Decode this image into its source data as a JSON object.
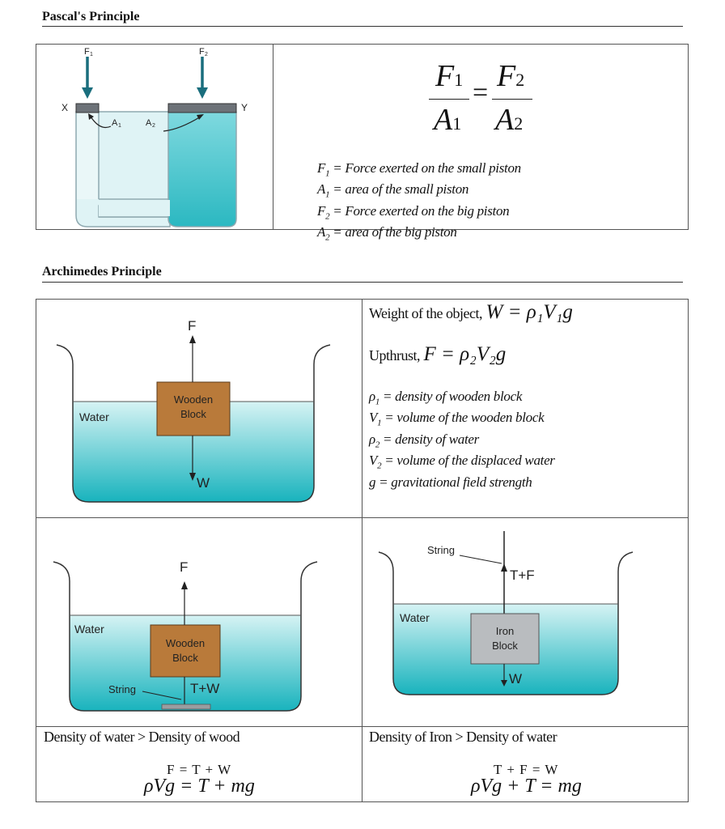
{
  "pascal": {
    "title": "Pascal's Principle",
    "diagram": {
      "f1": "F",
      "f1_sub": "1",
      "f2": "F",
      "f2_sub": "2",
      "a1": "A",
      "a1_sub": "1",
      "a2": "A",
      "a2_sub": "2",
      "x": "X",
      "y": "Y"
    },
    "formula": {
      "f1": "F",
      "f1_sub": "1",
      "a1": "A",
      "a1_sub": "1",
      "eq": "=",
      "f2": "F",
      "f2_sub": "2",
      "a2": "A",
      "a2_sub": "2"
    },
    "definitions": [
      {
        "sym": "F",
        "sub": "1",
        "text": " = Force exerted on the small piston"
      },
      {
        "sym": "A",
        "sub": "1",
        "text": " = area of the small piston"
      },
      {
        "sym": "F",
        "sub": "2",
        "text": " = Force exerted on the big piston"
      },
      {
        "sym": "A",
        "sub": "2",
        "text": " = area of the big piston"
      }
    ]
  },
  "archimedes": {
    "title": "Archimedes Principle",
    "diagram1": {
      "force_up": "F",
      "force_down": "W",
      "water": "Water",
      "block_line1": "Wooden",
      "block_line2": "Block"
    },
    "weight": {
      "label": "Weight of the object,",
      "formula": "W = ρ₁V₁g"
    },
    "upthrust": {
      "label": "Upthrust,",
      "formula": "F = ρ₂V₂g"
    },
    "definitions": [
      {
        "sym": "ρ",
        "sub": "1",
        "text": " = density of wooden block"
      },
      {
        "sym": "V",
        "sub": "1",
        "text": " = volume of the wooden block"
      },
      {
        "sym": "ρ",
        "sub": "2",
        "text": " = density of water"
      },
      {
        "sym": "V",
        "sub": "2",
        "text": " = volume of the displaced water"
      },
      {
        "sym": "g",
        "sub": "",
        "text": " = gravitational field strength"
      }
    ],
    "diagram2": {
      "force_up": "F",
      "water": "Water",
      "block_line1": "Wooden",
      "block_line2": "Block",
      "string": "String",
      "tension": "T+W"
    },
    "diagram3": {
      "string": "String",
      "tension": "T+F",
      "water": "Water",
      "block_line1": "Iron",
      "block_line2": "Block",
      "force_down": "W"
    },
    "left_caption": "Density of water > Density of wood",
    "left_eq1": "F = T + W",
    "left_eq2": "ρVg = T + mg",
    "right_caption": "Density of Iron > Density of water",
    "right_eq1": "T + F = W",
    "right_eq2": "ρVg + T = mg"
  },
  "colors": {
    "water_top": "#c8eef0",
    "water_bottom": "#1fb8c0",
    "wood": "#b97a3a",
    "iron": "#b9bcbf",
    "arrow": "#1a6e7d"
  }
}
